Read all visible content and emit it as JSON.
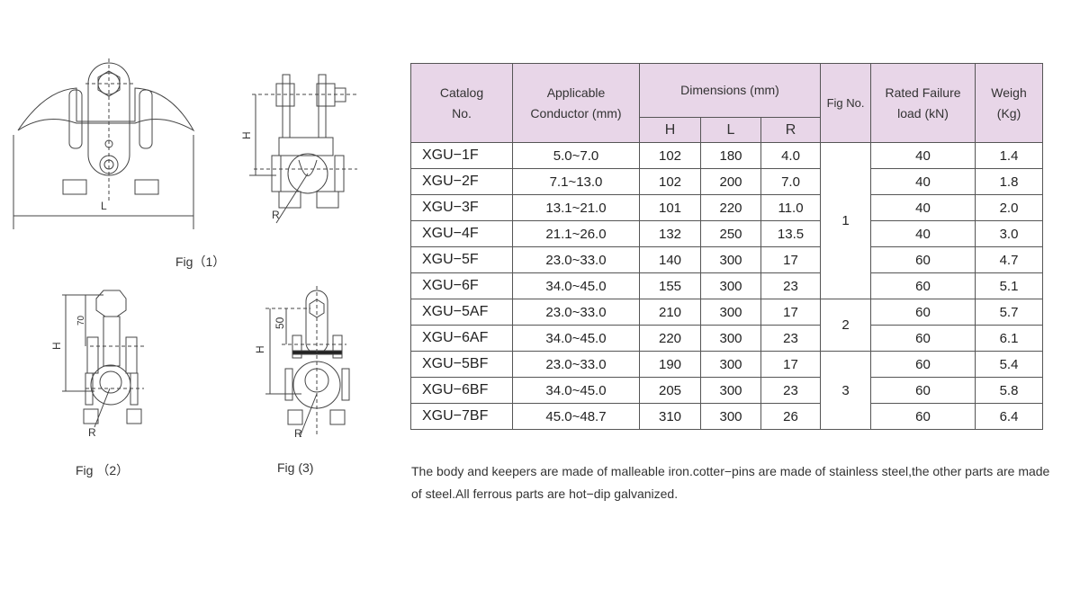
{
  "figures": {
    "fig1": {
      "label": "Fig（1）",
      "dim_L": "L",
      "dim_H": "H",
      "dim_R": "R"
    },
    "fig2": {
      "label": "Fig （2）",
      "dim_H": "H",
      "dim_70": "70",
      "dim_R": "R"
    },
    "fig3": {
      "label": "Fig (3)",
      "dim_H": "H",
      "dim_50": "50",
      "dim_R": "R"
    }
  },
  "table": {
    "headers": {
      "catalog": "Catalog No.",
      "conductor": "Applicable Conductor (mm)",
      "dimensions": "Dimensions (mm)",
      "h": "H",
      "l": "L",
      "r": "R",
      "fig": "Fig No.",
      "load": "Rated Failure load (kN)",
      "weight": "Weigh (Kg)"
    },
    "rows": [
      {
        "catalog": "XGU−1F",
        "conductor": "5.0~7.0",
        "h": "102",
        "l": "180",
        "r": "4.0",
        "load": "40",
        "weight": "1.4"
      },
      {
        "catalog": "XGU−2F",
        "conductor": "7.1~13.0",
        "h": "102",
        "l": "200",
        "r": "7.0",
        "load": "40",
        "weight": "1.8"
      },
      {
        "catalog": "XGU−3F",
        "conductor": "13.1~21.0",
        "h": "101",
        "l": "220",
        "r": "11.0",
        "load": "40",
        "weight": "2.0"
      },
      {
        "catalog": "XGU−4F",
        "conductor": "21.1~26.0",
        "h": "132",
        "l": "250",
        "r": "13.5",
        "load": "40",
        "weight": "3.0"
      },
      {
        "catalog": "XGU−5F",
        "conductor": "23.0~33.0",
        "h": "140",
        "l": "300",
        "r": "17",
        "load": "60",
        "weight": "4.7"
      },
      {
        "catalog": "XGU−6F",
        "conductor": "34.0~45.0",
        "h": "155",
        "l": "300",
        "r": "23",
        "load": "60",
        "weight": "5.1"
      },
      {
        "catalog": "XGU−5AF",
        "conductor": "23.0~33.0",
        "h": "210",
        "l": "300",
        "r": "17",
        "load": "60",
        "weight": "5.7"
      },
      {
        "catalog": "XGU−6AF",
        "conductor": "34.0~45.0",
        "h": "220",
        "l": "300",
        "r": "23",
        "load": "60",
        "weight": "6.1"
      },
      {
        "catalog": "XGU−5BF",
        "conductor": "23.0~33.0",
        "h": "190",
        "l": "300",
        "r": "17",
        "load": "60",
        "weight": "5.4"
      },
      {
        "catalog": "XGU−6BF",
        "conductor": "34.0~45.0",
        "h": "205",
        "l": "300",
        "r": "23",
        "load": "60",
        "weight": "5.8"
      },
      {
        "catalog": "XGU−7BF",
        "conductor": "45.0~48.7",
        "h": "310",
        "l": "300",
        "r": "26",
        "load": "60",
        "weight": "6.4"
      }
    ],
    "fig_groups": [
      {
        "fig": "1",
        "span": 6
      },
      {
        "fig": "2",
        "span": 2
      },
      {
        "fig": "3",
        "span": 3
      }
    ]
  },
  "note": "The body and keepers are made of malleable iron.cotter−pins are made of stainless steel,the other parts are made of steel.All ferrous parts are hot−dip galvanized."
}
